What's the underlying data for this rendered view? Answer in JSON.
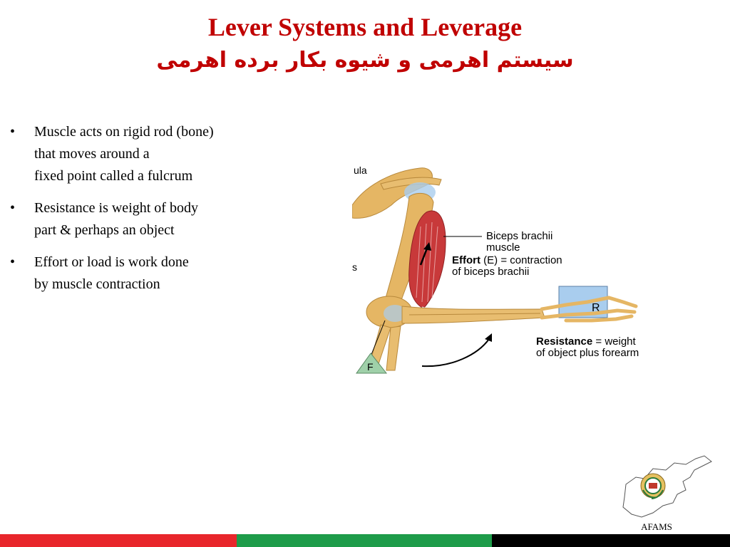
{
  "title": {
    "english": "Lever Systems and Leverage",
    "persian": "سیستم اهرمی و شیوه بکار برده اهرمی"
  },
  "bullets": [
    {
      "lines": [
        "Muscle acts on rigid rod (bone)",
        "that moves around a",
        "fixed point called a fulcrum"
      ]
    },
    {
      "lines": [
        "Resistance is weight of body",
        "part & perhaps an object"
      ]
    },
    {
      "lines": [
        "Effort or load is work done",
        "by muscle contraction"
      ]
    }
  ],
  "bullet_symbol": "•",
  "figure": {
    "partial_label_top": "ula",
    "partial_label_left": "s",
    "biceps_label": [
      "Biceps brachii",
      "muscle"
    ],
    "effort_bold": "Effort",
    "effort_rest": "(E) = contraction",
    "effort_line2": "of biceps brachii",
    "resistance_bold": "Resistance",
    "resistance_rest": "= weight",
    "resistance_line2": "of object plus forearm",
    "resistance_box_letter": "R",
    "fulcrum_letter": "F"
  },
  "logo_label": "AFAMS",
  "colors": {
    "title": "#c00000",
    "footer_red": "#e8262b",
    "footer_green": "#1e9c4a",
    "footer_black": "#000000",
    "bone": "#e5b664",
    "muscle": "#c8393a",
    "resistance_box": "#a9cdee",
    "fulcrum": "#9fd0a9"
  }
}
